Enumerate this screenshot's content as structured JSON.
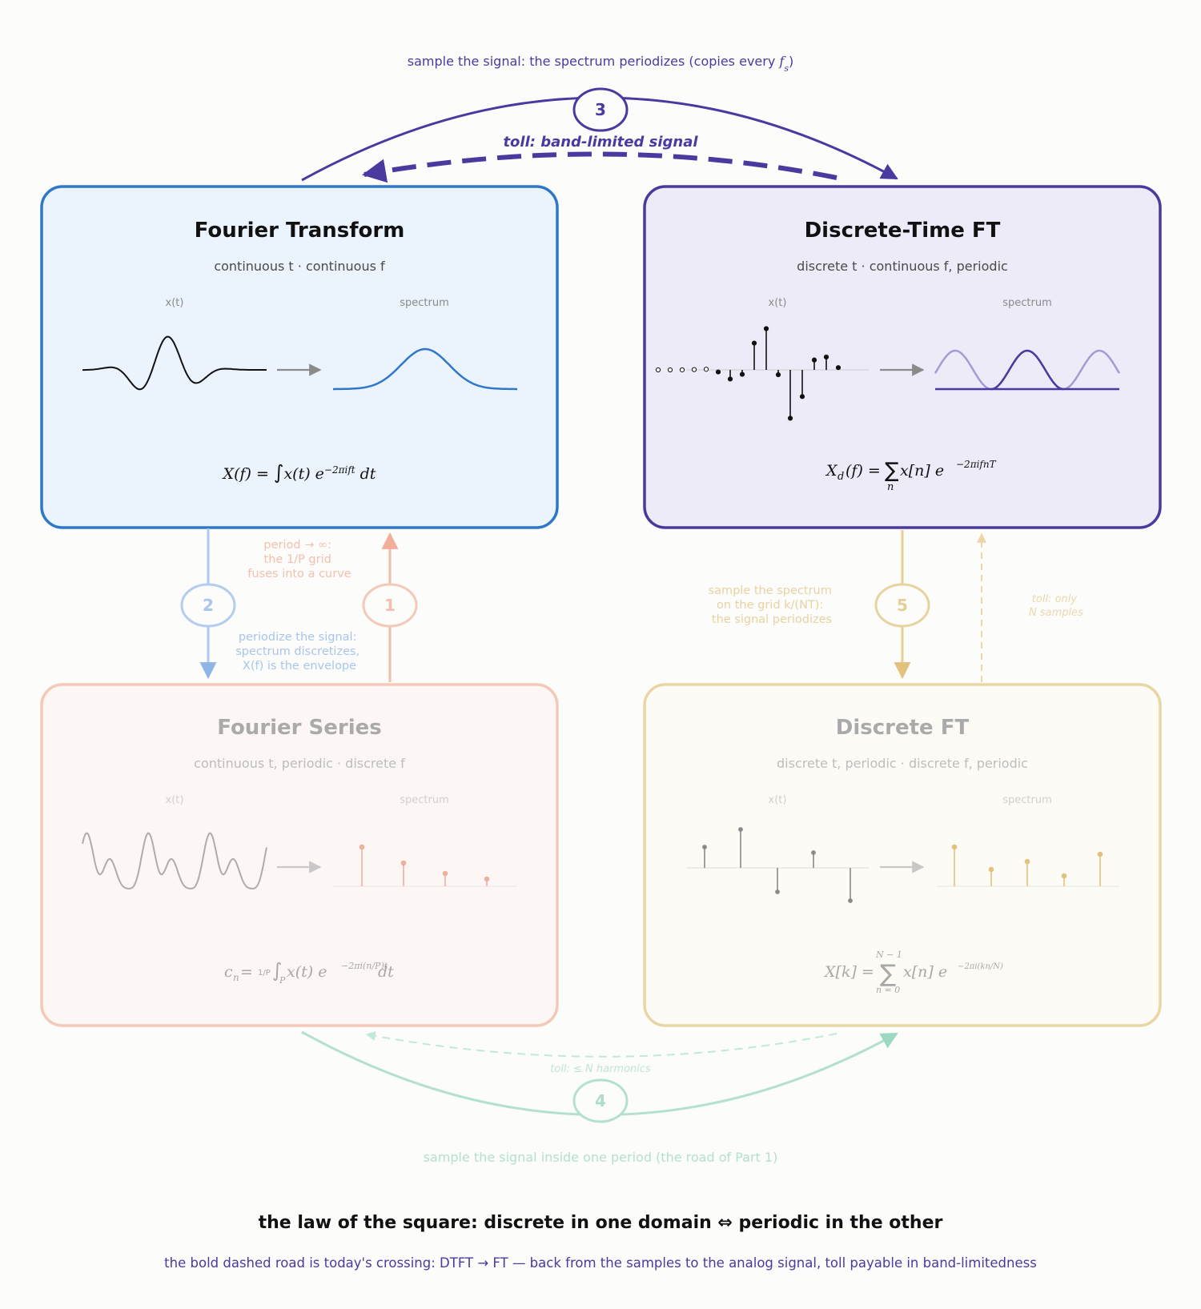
{
  "top_caption": {
    "main": "sample the signal:  the spectrum periodizes  (copies every ",
    "f": "f",
    "sub": "s",
    "close": ")"
  },
  "roads": {
    "r1": {
      "num": "1",
      "label": [
        "period → ∞:",
        "the 1/P grid",
        "fuses into a curve"
      ]
    },
    "r2": {
      "num": "2",
      "label": [
        "periodize the signal:",
        "spectrum discretizes,",
        "X(f) is the envelope"
      ]
    },
    "r3": {
      "num": "3",
      "toll": "toll: band-limited signal"
    },
    "r4": {
      "num": "4",
      "toll": "toll: ≤ N harmonics",
      "caption": "sample the signal inside one period  (the road of Part 1)"
    },
    "r5": {
      "num": "5",
      "label": [
        "sample the spectrum",
        "on the grid k/(NT):",
        "the signal periodizes"
      ],
      "toll": [
        "toll: only",
        "N samples"
      ]
    }
  },
  "boxes": {
    "ft": {
      "title": "Fourier Transform",
      "subtitle": "continuous t  ·  continuous f",
      "xlabel": "x(t)",
      "slabel": "spectrum",
      "formula": {
        "lhs": "X(f) = ",
        "int": "∫",
        "body": "x(t) e",
        "exp": "−2πift",
        "tail": " dt"
      }
    },
    "dtft": {
      "title": "Discrete-Time FT",
      "subtitle": "discrete t  ·  continuous f, periodic",
      "xlabel": "x(t)",
      "slabel": "spectrum",
      "formula": {
        "lhs": "X",
        "lsub": "d",
        "lmid": "(f) = ",
        "sum": "∑",
        "sumsub": "n",
        "body": "x[n] e",
        "exp": "−2πifnT"
      }
    },
    "fs": {
      "title": "Fourier Series",
      "subtitle": "continuous t, periodic  ·  discrete f",
      "xlabel": "x(t)",
      "slabel": "spectrum",
      "formula": {
        "lhs": "c",
        "lsub": "n",
        "eq": " = ",
        "frac": "1/P",
        "int": "∫",
        "isub": "P",
        "body": "x(t) e",
        "exp": "−2πi(n/P)t",
        "tail": "dt"
      }
    },
    "dft": {
      "title": "Discrete FT",
      "subtitle": "discrete t, periodic  ·  discrete f, periodic",
      "xlabel": "x(t)",
      "slabel": "spectrum",
      "formula": {
        "lhs": "X[k] = ",
        "sum": "∑",
        "top": "N − 1",
        "bot": "n = 0",
        "body": "x[n] e",
        "exp": "−2πi(kn/N)"
      }
    }
  },
  "footer": {
    "law": "the law of the square:  discrete in one domain  ⇔  periodic in the other",
    "note": "the bold dashed road is today's crossing:  DTFT → FT — back from the samples to the analog signal, toll payable in band-limitedness"
  },
  "colors": {
    "ft": "#2f78c8",
    "dtft": "#4a3aa0",
    "fs": "#f3b9a6",
    "dft": "#e6d29c",
    "green": "#b7e2d2",
    "ink": "#111111"
  }
}
